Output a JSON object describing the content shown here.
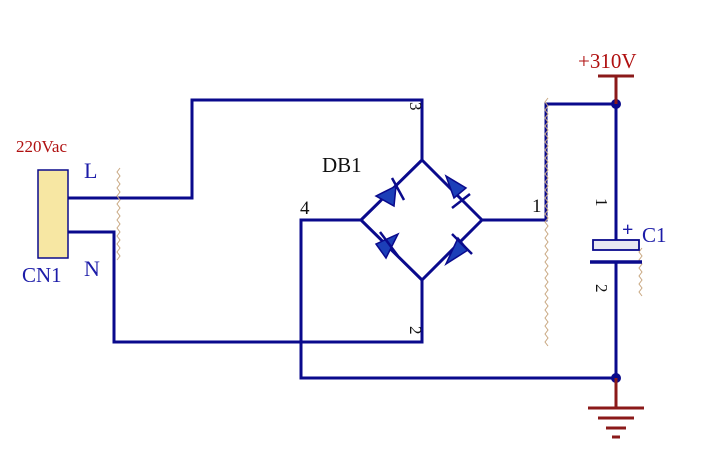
{
  "connector": {
    "voltage_label": "220Vac",
    "designator": "CN1",
    "pin_l": "L",
    "pin_n": "N"
  },
  "bridge": {
    "designator": "DB1",
    "pin_top": "3",
    "pin_left": "4",
    "pin_bottom": "2",
    "pin_right": "1"
  },
  "capacitor": {
    "designator": "C1",
    "pin_top": "1",
    "pin_bottom": "2",
    "polarity": "+"
  },
  "power": {
    "rail_label": "+310V"
  },
  "colors": {
    "wire": "#0a0a8c",
    "power_port": "#8b1a1a",
    "ground": "#8b1a1a",
    "component_fill": "#f7e7a3",
    "label_red": "#b01010",
    "label_blue": "#1c1ca8"
  }
}
